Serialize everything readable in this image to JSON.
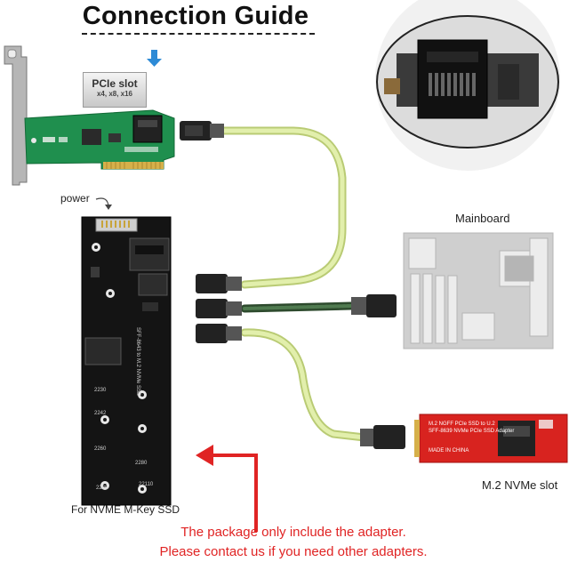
{
  "title": "Connection Guide",
  "labels": {
    "pcie_slot": "PCIe slot",
    "pcie_lanes": "x4, x8, x16",
    "power": "power",
    "mainboard": "Mainboard",
    "m2_slot": "M.2 NVMe slot",
    "adapter": "For NVME M-Key SSD"
  },
  "note": {
    "line1": "The package only include the adapter.",
    "line2": "Please contact us if you need other adapters."
  },
  "colors": {
    "cable_light": "#d9ea9c",
    "cable_dark": "#3c5e3c",
    "pcb_green": "#1f8f4e",
    "adapter_black": "#141414",
    "red_card": "#d8231f",
    "arrow_red": "#e02424",
    "mainboard_gray": "#cfcfcf"
  },
  "icons": [
    "down-arrow-icon",
    "power-arrow-icon",
    "red-arrow-icon",
    "connector-closeup"
  ]
}
